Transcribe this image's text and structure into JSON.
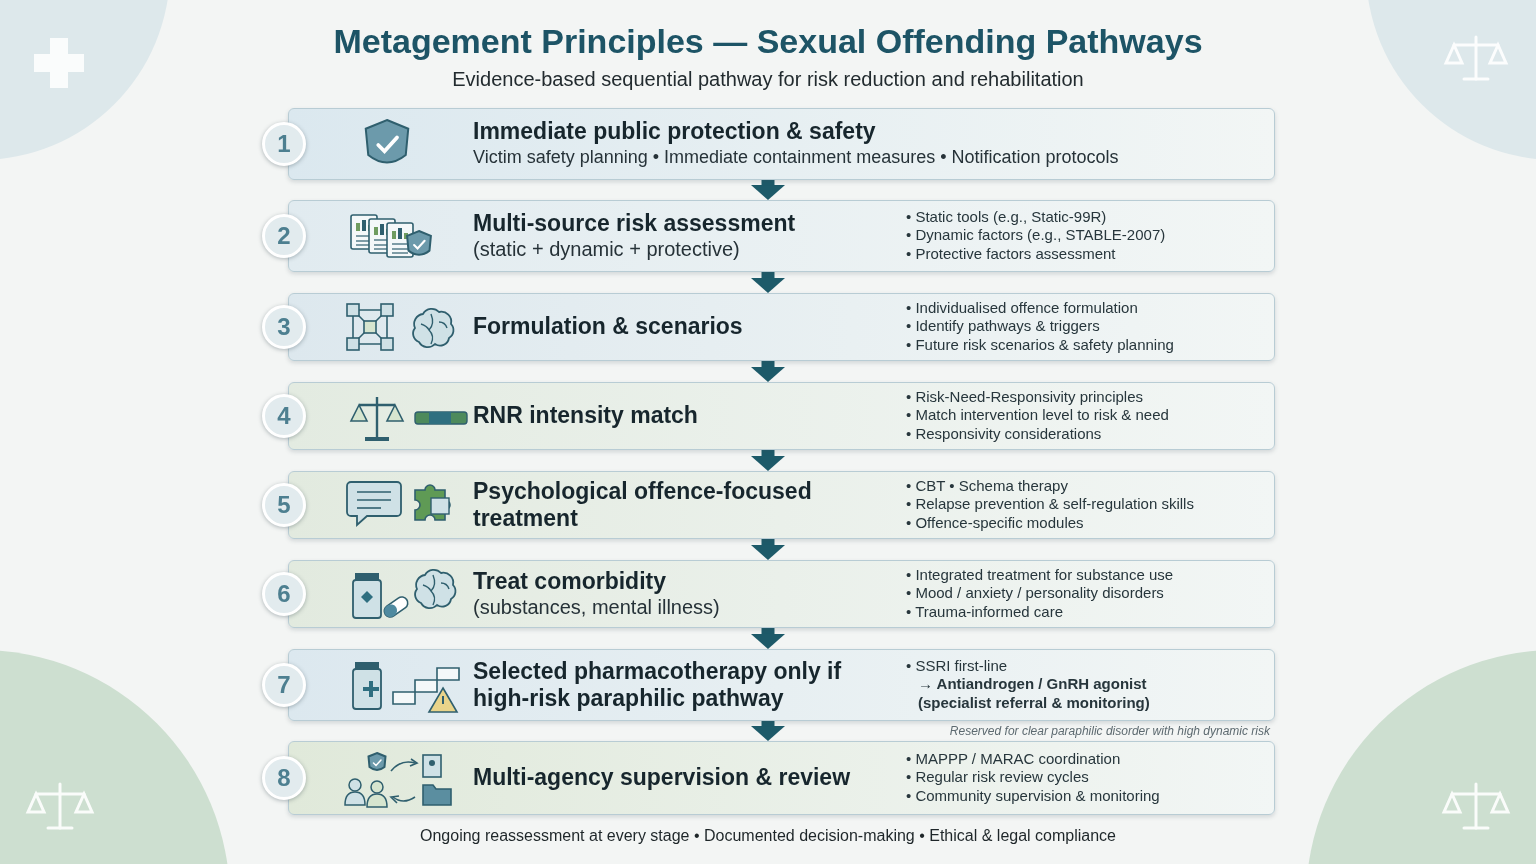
{
  "diagram": {
    "title": "Metagement Principles — Sexual Offending Pathways",
    "caption": "Ongoing reassessment at every stage • Documented decision-making • Ethical & legal compliance",
    "nodes": [
      {
        "text": [
          "Immediate public protection & safety",
          "Victim safety planning • Immediate containment measures • Notification protocols"
        ]
      },
      {
        "text": [
          "1"
        ],
        "in": 0
      },
      {
        "text": [
          "Multi-source risk assessment",
          "(static + dynamic + protective)",
          "• Static tools (e.g., Static-99R)",
          "• Dynamic factors (e.g., STABLE-2007)",
          "• Protective factors assessment"
        ]
      },
      {
        "text": [
          "2"
        ],
        "in": 2
      },
      {
        "text": [
          "Formulation & scenarios",
          "• Individualised offence formulation",
          "• Identify pathways & triggers",
          "• Future risk scenarios & safety planning"
        ]
      },
      {
        "text": [
          "3"
        ],
        "in": 4
      },
      {
        "text": [
          "RNR intensity match",
          "• Risk-Need-Responsivity principles",
          "• Match intervention level to risk & need",
          "• Responsivity considerations"
        ]
      },
      {
        "text": [
          "4"
        ],
        "in": 6
      },
      {
        "text": [
          "Psychological offence-focused treatment",
          "• CBT • Schema therapy",
          "• Relapse prevention & self-regulation skills",
          "• Offence-specific modules"
        ]
      },
      {
        "text": [
          "5"
        ],
        "in": 8
      },
      {
        "text": [
          "Treat comorbidity",
          "(substances, mental illness)",
          "• Integrated treatment for substance use",
          "• Mood / anxiety / personality disorders",
          "• Trauma-informed care"
        ]
      },
      {
        "text": [
          "6"
        ],
        "in": 10
      },
      {
        "text": [
          "Selected pharmacotherapy only if high-risk paraphilic pathway",
          "• SSRI first-line",
          "→ Antiandrogen / GnRH agonist",
          "(specialist referral & monitoring)",
          "Reserved for clear paraphilic disorder with high dynamic risk"
        ]
      },
      {
        "text": [
          "7"
        ],
        "in": 12
      },
      {
        "text": [
          "Multi-agency supervision & review",
          "• MAPPP / MARAC coordination",
          "• Regular risk review cycles",
          "• Community supervision & monitoring"
        ]
      },
      {
        "text": [
          "8"
        ],
        "in": 14
      }
    ],
    "edges": [
      {
        "from": 0,
        "to": 2,
        "arrow": "to"
      },
      {
        "from": 2,
        "to": 4,
        "arrow": "to"
      },
      {
        "from": 4,
        "to": 6,
        "arrow": "to"
      },
      {
        "from": 6,
        "to": 8,
        "arrow": "to"
      },
      {
        "from": 8,
        "to": 10,
        "arrow": "to"
      },
      {
        "from": 10,
        "to": 12,
        "arrow": "to"
      },
      {
        "from": 12,
        "to": 14,
        "arrow": "to"
      }
    ],
    "labels": [
      "Evidence-based sequential pathway for risk reduction and rehabilitation"
    ]
  }
}
